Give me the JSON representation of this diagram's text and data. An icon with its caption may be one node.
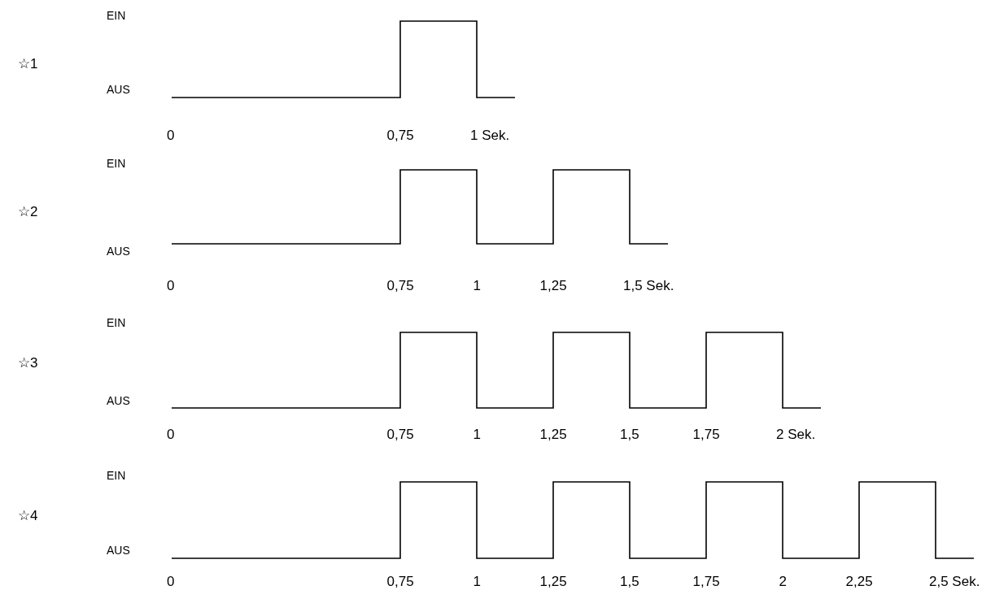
{
  "diagram": {
    "labels": [
      "EIN",
      "☆1",
      "AUS",
      "0",
      "0,75",
      "1 Sek.",
      "EIN",
      "☆2",
      "AUS",
      "0",
      "0,75",
      "1",
      "1,25",
      "1,5 Sek.",
      "EIN",
      "☆3",
      "AUS",
      "0",
      "0,75",
      "1",
      "1,25",
      "1,5",
      "1,75",
      "2 Sek.",
      "EIN",
      "☆4",
      "AUS",
      "0",
      "0,75",
      "1",
      "1,25",
      "1,5",
      "1,75",
      "2",
      "2,25",
      "2,5 Sek."
    ]
  }
}
